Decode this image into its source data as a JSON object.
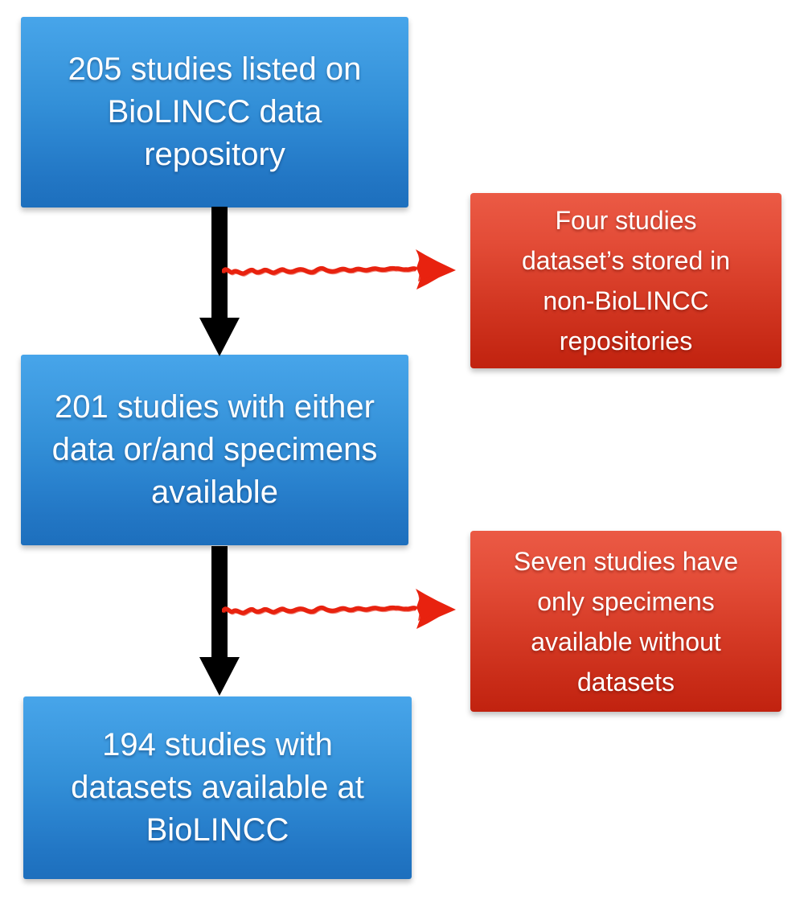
{
  "flowchart": {
    "description": "Study selection flowchart for BioLINCC data repository",
    "main_boxes": [
      {
        "id": "box-205",
        "count": 205,
        "text": "205 studies listed on\nBioLINCC data\nrepository"
      },
      {
        "id": "box-201",
        "count": 201,
        "text": "201 studies with either\ndata or/and specimens\navailable"
      },
      {
        "id": "box-194",
        "count": 194,
        "text": "194 studies with\ndatasets available at\nBioLINCC"
      }
    ],
    "exclusion_boxes": [
      {
        "id": "excl-four",
        "count": 4,
        "text": "Four studies\ndataset’s stored in\nnon-BioLINCC\nrepositories"
      },
      {
        "id": "excl-seven",
        "count": 7,
        "text": "Seven studies have\nonly specimens\navailable without\ndatasets"
      }
    ],
    "arrows": [
      {
        "from": "box-205",
        "to": "box-201",
        "style": "solid-black-down"
      },
      {
        "from": "box-201",
        "to": "box-194",
        "style": "solid-black-down"
      },
      {
        "from": "box-205/box-201 flow",
        "to": "excl-four",
        "style": "red-sketch-right"
      },
      {
        "from": "box-201/box-194 flow",
        "to": "excl-seven",
        "style": "red-sketch-right"
      }
    ],
    "colors": {
      "blue_box_top": "#47a5ea",
      "blue_box_bottom": "#1d6fbd",
      "red_box_top": "#eb5a45",
      "red_box_bottom": "#c1220f",
      "down_arrow": "#000000",
      "exclusion_arrow": "#e8220f",
      "box_text": "#ffffff",
      "background": "#ffffff"
    }
  }
}
